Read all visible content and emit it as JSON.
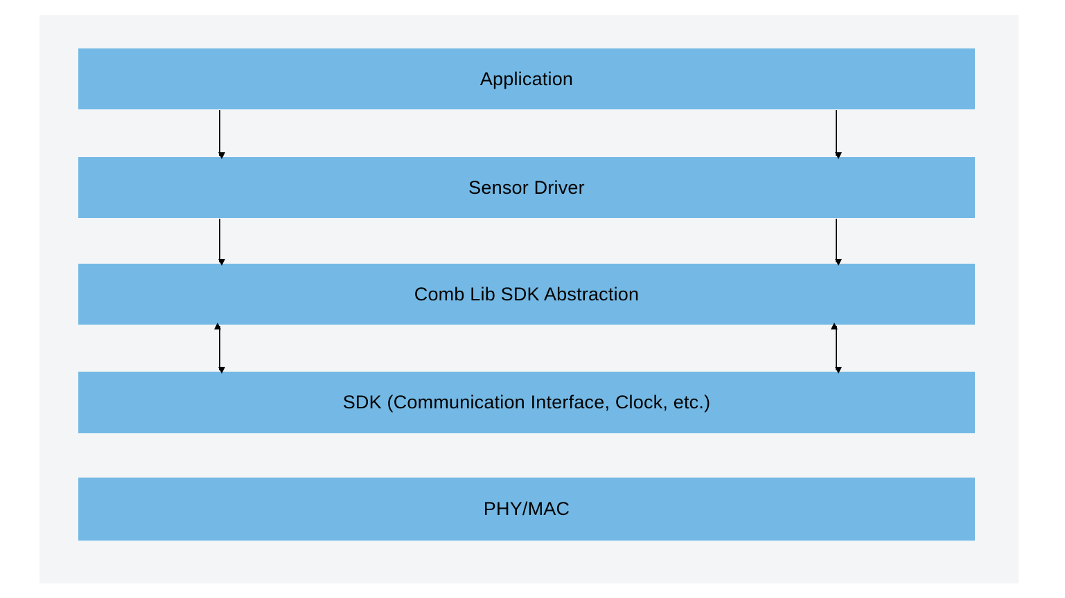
{
  "diagram": {
    "layers": [
      {
        "label": "Application"
      },
      {
        "label": "Sensor Driver"
      },
      {
        "label": "Comb Lib SDK Abstraction"
      },
      {
        "label": "SDK (Communication Interface, Clock, etc.)"
      },
      {
        "label": "PHY/MAC"
      }
    ],
    "connections": [
      {
        "from": "Application",
        "to": "Sensor Driver",
        "direction": "down",
        "sides": [
          "left",
          "right"
        ]
      },
      {
        "from": "Sensor Driver",
        "to": "Comb Lib SDK Abstraction",
        "direction": "down",
        "sides": [
          "left",
          "right"
        ]
      },
      {
        "from": "Comb Lib SDK Abstraction",
        "to": "SDK (Communication Interface, Clock, etc.)",
        "direction": "bidirectional",
        "sides": [
          "left",
          "right"
        ]
      }
    ],
    "colors": {
      "page_background": "#FFFFFF",
      "panel_background": "#F3F5F7",
      "box_fill": "#74B9E5",
      "arrow": "#000000",
      "text": "#000000"
    }
  }
}
